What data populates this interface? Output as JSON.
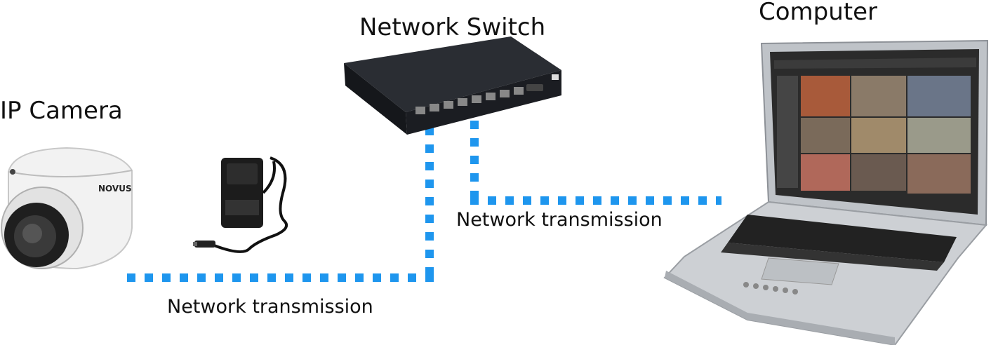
{
  "labels": {
    "ip_camera": "IP Camera",
    "network_switch": "Network Switch",
    "computer": "Computer",
    "network_transmission_1": "Network transmission",
    "network_transmission_2": "Network transmission"
  },
  "camera_brand": "NOVUS",
  "colors": {
    "link": "#1e96ee",
    "text": "#111111",
    "switch_body": "#1b1d22",
    "camera_body": "#f2f2f2",
    "laptop_body": "#c9ccd0"
  },
  "icons": {
    "camera": "dome-camera-icon",
    "adapter": "power-adapter-icon",
    "switch": "network-switch-icon",
    "computer": "laptop-icon"
  }
}
